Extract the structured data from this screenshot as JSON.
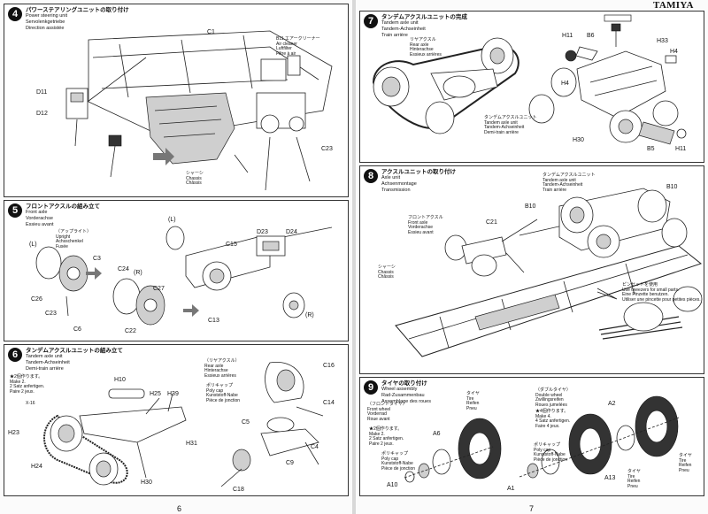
{
  "brand": "TAMIYA",
  "pages": {
    "left": "6",
    "right": "7"
  },
  "step4": {
    "num": "4",
    "title_jp": "パワーステアリングユニットの取り付け",
    "title_en": "Power steering unit",
    "title_de": "Servolenkgetriebe",
    "title_fr": "Direction assistée",
    "parts": [
      "C1",
      "D11",
      "D12",
      "C23"
    ],
    "air_cleaner": {
      "part": "B11",
      "jp": "エアークリーナー",
      "en": "Air cleaner",
      "de": "Luftfilter",
      "fr": "Filtre à air"
    },
    "chassis": {
      "jp": "シャーシ",
      "en": "Chassis",
      "fr": "Châssis"
    }
  },
  "step5": {
    "num": "5",
    "title_jp": "フロントアクスルの組み立て",
    "title_en": "Front axle",
    "title_de": "Vorderachse",
    "title_fr": "Essieu avant",
    "upright": {
      "jp": "（アップライト）",
      "en": "Upright",
      "de": "Achsschenkel",
      "fr": "Fusée"
    },
    "left": "(L)",
    "right": "(R)",
    "parts": [
      "C3",
      "C26",
      "C23",
      "C6",
      "C24",
      "C27",
      "C22",
      "C15",
      "D23",
      "D24",
      "C13"
    ]
  },
  "step6": {
    "num": "6",
    "title_jp": "タンデムアクスルユニットの組み立て",
    "title_en": "Tandem axle unit",
    "title_de": "Tandem-Achseinheit",
    "title_fr": "Demi-train arrière",
    "note": [
      "★2個作ります。",
      "Make 2.",
      "2 Satz anfertigen.",
      "Paire 2 jeux."
    ],
    "rear_axle": {
      "jp": "（リヤアクスル）",
      "en": "Rear axle",
      "de": "Hinterachse",
      "fr": "Essieux arrières"
    },
    "poly_cap": {
      "jp": "ポリキャップ",
      "en": "Poly cap",
      "de": "Kunststoff-Nabe",
      "fr": "Pièce de jonction"
    },
    "parts": [
      "H23",
      "H10",
      "H25",
      "H39",
      "H31",
      "H24",
      "H30",
      "C16",
      "C14",
      "C5",
      "C4",
      "C9",
      "C18",
      "X-16"
    ]
  },
  "step7": {
    "num": "7",
    "title_jp": "タンデムアクスルユニットの完成",
    "title_en": "Tandem axle unit",
    "title_de": "Tandem-Achseinheit",
    "title_fr": "Train arrière",
    "rear_axle": {
      "jp": "リヤアクスル",
      "en": "Rear axle",
      "de": "Hinterachse",
      "fr": "Essieux arrières"
    },
    "tandem_unit": {
      "jp": "タンデムアクスルユニット",
      "en": "Tandem axle unit",
      "de": "Tandem-Achseinheit",
      "fr": "Demi-train arrière"
    },
    "parts": [
      "H11",
      "B6",
      "H33",
      "H4",
      "H30",
      "B5",
      "H11",
      "H4"
    ]
  },
  "step8": {
    "num": "8",
    "title_jp": "アクスルユニットの取り付け",
    "title_en": "Axle unit",
    "title_de": "Achsenmontage",
    "title_fr": "Transmission",
    "front_axle": {
      "jp": "フロントアクスル",
      "en": "Front axle",
      "de": "Vorderachse",
      "fr": "Essieu avant"
    },
    "tandem_unit": {
      "jp": "タンデムアクスルユニット",
      "en": "Tandem axle unit",
      "de": "Tandem-Achseinheit",
      "fr": "Train arrière"
    },
    "chassis": {
      "jp": "シャーシ",
      "en": "Chassis",
      "fr": "Châssis"
    },
    "tweezers": [
      "ピンセットを使用",
      "Use tweezers for small parts.",
      "Eine Pinzette benutzen.",
      "Utiliser une pincette pour petites pièces."
    ],
    "parts": [
      "B10",
      "B10",
      "C21"
    ]
  },
  "step9": {
    "num": "9",
    "title_jp": "タイヤの取り付け",
    "title_en": "Wheel assembly",
    "title_de": "Rad-Zusammenbau",
    "title_fr": "Assemblage des roues",
    "front": {
      "jp": "（フロントタイヤ）",
      "en": "Front wheel",
      "de": "Vorderrad",
      "fr": "Roue avant"
    },
    "dual": {
      "jp": "（ダブルタイヤ）",
      "en": "Double wheel",
      "de": "Zwillingsreifen",
      "fr": "Roues jumelées"
    },
    "make2": [
      "★2個作ります。",
      "Make 2.",
      "2 Satz anfertigen.",
      "Paire 2 jeux."
    ],
    "make4": [
      "★4個作ります。",
      "Make 4.",
      "4 Satz anfertigen.",
      "Faire 4 jeux."
    ],
    "tire": {
      "jp": "タイヤ",
      "en": "Tire",
      "de": "Reifen",
      "fr": "Pneu"
    },
    "poly_cap": {
      "jp": "ポリキャップ",
      "en": "Poly cap",
      "de": "Kunststoff-Nabe",
      "fr": "Pièce de jonction"
    },
    "parts": [
      "A6",
      "A10",
      "A2",
      "A13",
      "A1"
    ]
  }
}
